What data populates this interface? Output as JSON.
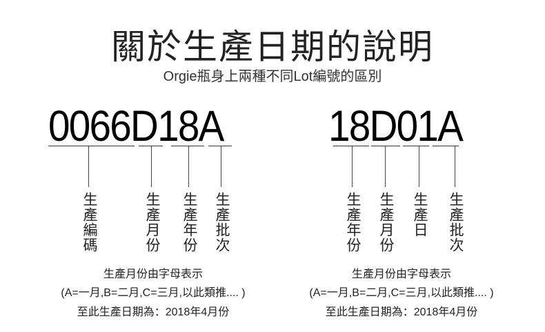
{
  "title": "關於生產日期的說明",
  "subtitle": "Orgie瓶身上兩種不同Lot編號的區別",
  "left": {
    "code": "0066D18A",
    "labels": [
      "生產編碼",
      "生產月份",
      "生產年份",
      "生產批次"
    ],
    "caption_1": "生產月份由字母表示",
    "caption_2": "(A=一月,B=二月,C=三月,以此類推.... )",
    "caption_3": "至此生產日期為：2018年4月份"
  },
  "right": {
    "code": "18D01A",
    "labels": [
      "生產年份",
      "生產月份",
      "生產日",
      "生產批次"
    ],
    "caption_1": "生產月份由字母表示",
    "caption_2": "(A=一月,B=二月,C=三月,以此類推.... )",
    "caption_3": "至此生產日期為：2018年4月份"
  }
}
